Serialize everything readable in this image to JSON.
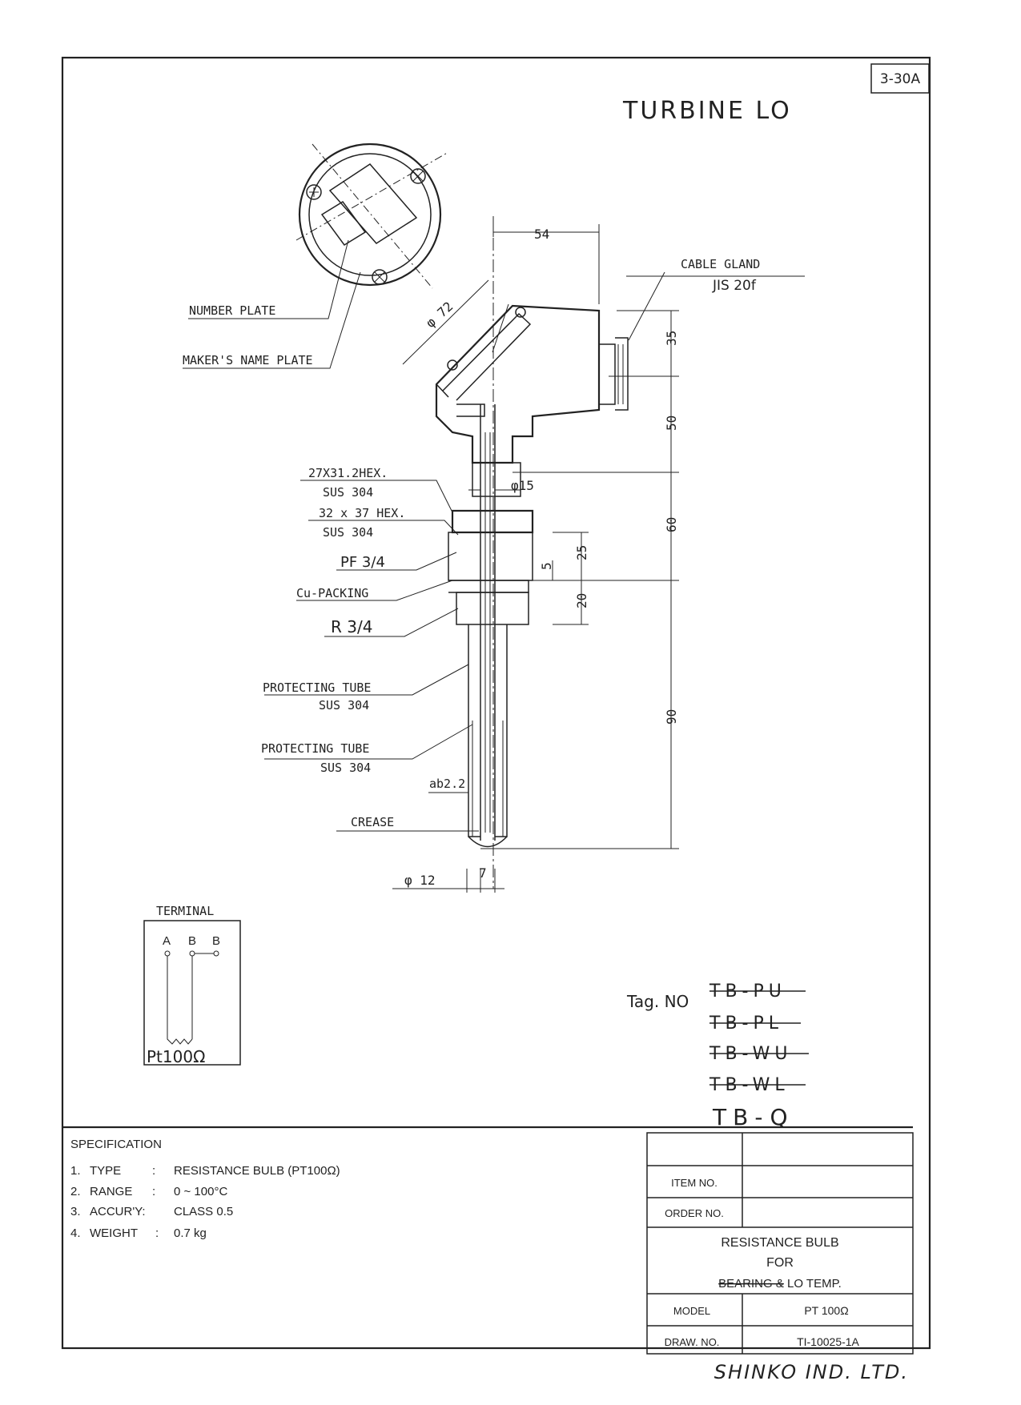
{
  "sheet": {
    "sheet_no": "3-30A",
    "title": "TURBINE LO"
  },
  "callouts": {
    "number_plate": "NUMBER PLATE",
    "makers_name_plate": "MAKER'S NAME PLATE",
    "cable_gland": "CABLE GLAND",
    "cable_gland_std": "JIS 20f",
    "hex1": "27X31.2HEX.",
    "hex1_mat": "SUS 304",
    "hex2": "32 x 37 HEX.",
    "hex2_mat": "SUS 304",
    "pf": "PF 3/4",
    "cu_packing": "Cu-PACKING",
    "r": "R 3/4",
    "protecting_tube_1": "PROTECTING TUBE",
    "protecting_tube_1_mat": "SUS 304",
    "protecting_tube_2": "PROTECTING TUBE",
    "protecting_tube_2_mat": "SUS 304",
    "ab": "ab2.2",
    "grease": "CREASE"
  },
  "dimensions": {
    "d54": "54",
    "d72": "φ 72",
    "d35": "35",
    "d50": "50",
    "d15": "φ15",
    "d60": "60",
    "d25": "25",
    "d5": "5",
    "d20": "20",
    "d90": "90",
    "d12": "φ 12",
    "d7": "7"
  },
  "terminal": {
    "title": "TERMINAL",
    "pins": [
      "A",
      "B",
      "B"
    ],
    "element": "Pt100Ω"
  },
  "tags": {
    "label": "Tag. NO",
    "struck": [
      "TB-PU",
      "TB-PL",
      "TB-WU",
      "TB-WL"
    ],
    "current": "TB-Q"
  },
  "specification": {
    "heading": "SPECIFICATION",
    "rows": [
      {
        "num": "1.",
        "key": "TYPE",
        "sep": ":",
        "value": "RESISTANCE BULB (PT100Ω)"
      },
      {
        "num": "2.",
        "key": "RANGE",
        "sep": ":",
        "value": "0 ~ 100°C"
      },
      {
        "num": "3.",
        "key": "ACCUR'Y:",
        "sep": "",
        "value": "CLASS 0.5"
      },
      {
        "num": "4.",
        "key": "WEIGHT",
        "sep": ":",
        "value": "0.7 kg"
      }
    ]
  },
  "title_block": {
    "item_no_label": "ITEM NO.",
    "order_no_label": "ORDER NO.",
    "desc_line1": "RESISTANCE BULB",
    "desc_line2": "FOR",
    "desc_line3_struck": "BEARING &",
    "desc_line3_rest": " LO TEMP.",
    "model_label": "MODEL",
    "model_value": "PT 100Ω",
    "draw_no_label": "DRAW. NO.",
    "draw_no_value": "TI-10025-1A"
  },
  "maker": "SHINKO IND. LTD."
}
